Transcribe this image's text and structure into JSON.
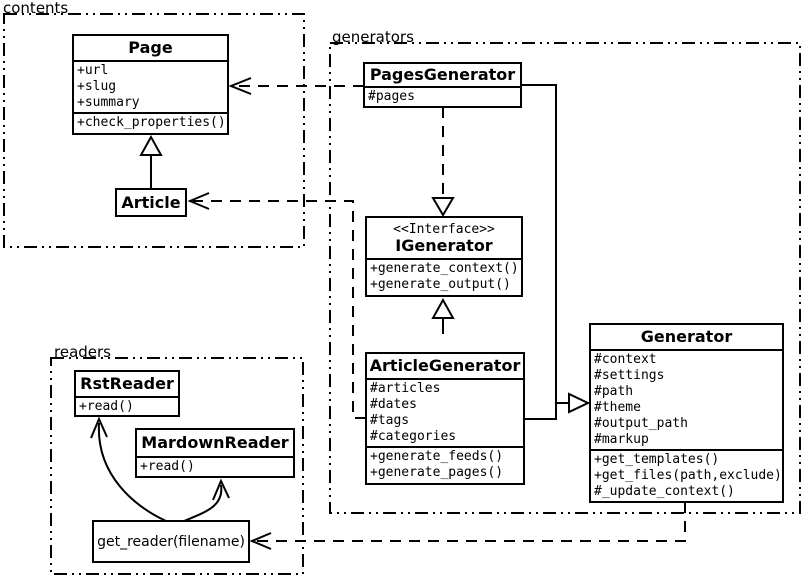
{
  "diagram": {
    "type": "uml-class-diagram",
    "colors": {
      "line": "#000000",
      "background": "#ffffff",
      "box_fill": "#ffffff"
    },
    "packages": {
      "contents": {
        "label": "contents"
      },
      "generators": {
        "label": "generators"
      },
      "readers": {
        "label": "readers"
      }
    },
    "classes": {
      "page": {
        "title": "Page",
        "attributes": [
          "+url",
          "+slug",
          "+summary"
        ],
        "methods": [
          "+check_properties()"
        ]
      },
      "article": {
        "title": "Article"
      },
      "pages_generator": {
        "title": "PagesGenerator",
        "attributes": [
          "#pages"
        ]
      },
      "igenerator": {
        "stereotype": "<<Interface>>",
        "title": "IGenerator",
        "methods": [
          "+generate_context()",
          "+generate_output()"
        ]
      },
      "article_generator": {
        "title": "ArticleGenerator",
        "attributes": [
          "#articles",
          "#dates",
          "#tags",
          "#categories"
        ],
        "methods": [
          "+generate_feeds()",
          "+generate_pages()"
        ]
      },
      "generator": {
        "title": "Generator",
        "attributes": [
          "#context",
          "#settings",
          "#path",
          "#theme",
          "#output_path",
          "#markup"
        ],
        "methods": [
          "+get_templates()",
          "+get_files(path,exclude)",
          "#_update_context()"
        ]
      },
      "rst_reader": {
        "title": "RstReader",
        "methods": [
          "+read()"
        ]
      },
      "markdown_reader": {
        "title": "MardownReader",
        "methods": [
          "+read()"
        ]
      },
      "get_reader": {
        "label": "get_reader(filename)"
      }
    },
    "relationships": [
      {
        "from": "Article",
        "to": "Page",
        "type": "inheritance",
        "style": "solid"
      },
      {
        "from": "PagesGenerator",
        "to": "IGenerator",
        "type": "realization",
        "style": "dashed"
      },
      {
        "from": "ArticleGenerator",
        "to": "IGenerator",
        "type": "inheritance",
        "style": "solid"
      },
      {
        "from": "PagesGenerator",
        "to": "Generator",
        "type": "inheritance",
        "style": "solid"
      },
      {
        "from": "ArticleGenerator",
        "to": "Generator",
        "type": "inheritance",
        "style": "solid"
      },
      {
        "from": "PagesGenerator",
        "to": "Page",
        "type": "dependency",
        "style": "dashed"
      },
      {
        "from": "ArticleGenerator",
        "to": "Article",
        "type": "dependency",
        "style": "dashed"
      },
      {
        "from": "Generator",
        "to": "get_reader(filename)",
        "type": "dependency",
        "style": "dashed"
      },
      {
        "from": "get_reader(filename)",
        "to": "RstReader",
        "type": "arrow",
        "style": "curved"
      },
      {
        "from": "get_reader(filename)",
        "to": "MardownReader",
        "type": "arrow",
        "style": "curved"
      }
    ]
  }
}
